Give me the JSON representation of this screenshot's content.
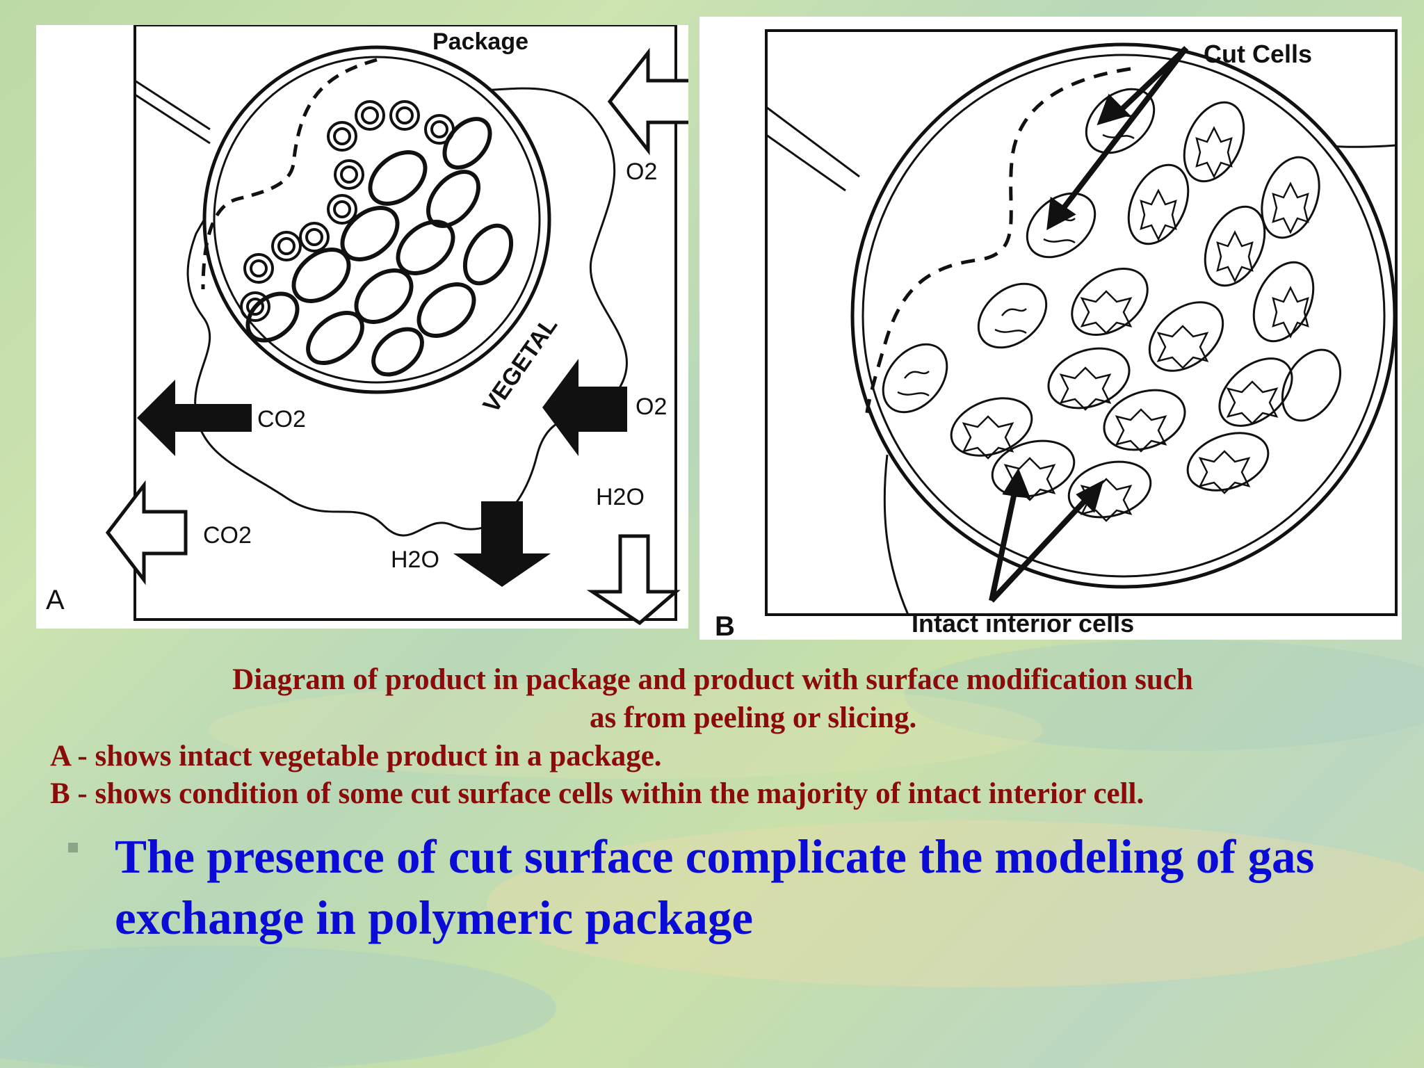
{
  "figure_a": {
    "panel_label": "A",
    "package_label": "Package",
    "vegetal_label": "VEGETAL",
    "o2_label": "O2",
    "co2_label": "CO2",
    "h2o_label": "H2O"
  },
  "figure_b": {
    "panel_label": "B",
    "cut_cells_label": "Cut Cells",
    "intact_cells_label": "Intact interior cells"
  },
  "caption": {
    "line1": "Diagram of product in package and product with surface modification such",
    "line2": "as from peeling or slicing.",
    "line3": "A - shows intact vegetable product in a package.",
    "line4": "B - shows condition of some cut surface cells within the majority of intact interior cell."
  },
  "bullet_point": "The presence of cut surface complicate the modeling of gas exchange in polymeric package",
  "colors": {
    "caption": "#8b0a0a",
    "bullet_text": "#0b0bd6",
    "bullet_marker": "#8aa58a"
  }
}
